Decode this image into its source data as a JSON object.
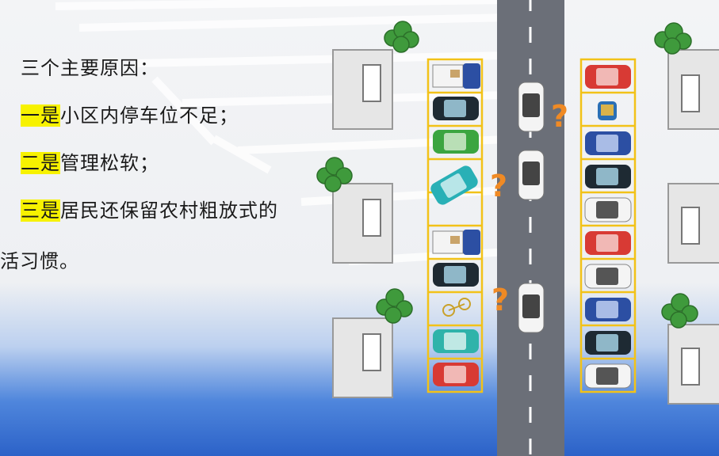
{
  "text": {
    "heading": "三个主要原因：",
    "reason1_prefix": "一是",
    "reason1_rest": "小区内停车位不足；",
    "reason2_prefix": "二是",
    "reason2_rest": "管理松软；",
    "reason3_prefix": "三是",
    "reason3_rest": "居民还保留农村粗放式的",
    "reason3_cont": "活习惯。"
  },
  "colors": {
    "highlight": "#f7f200",
    "road": "#6b6f78",
    "slot_border": "#f2c218",
    "question": "#f08a24",
    "tree": "#3f9a3c",
    "building": "#e6e6e6",
    "sky_blue": "#2f6fd0"
  },
  "icons": [
    "tree-icon",
    "building-icon",
    "car-icon",
    "truck-icon",
    "bicycle-icon",
    "motorbike-icon",
    "question-mark-icon"
  ]
}
